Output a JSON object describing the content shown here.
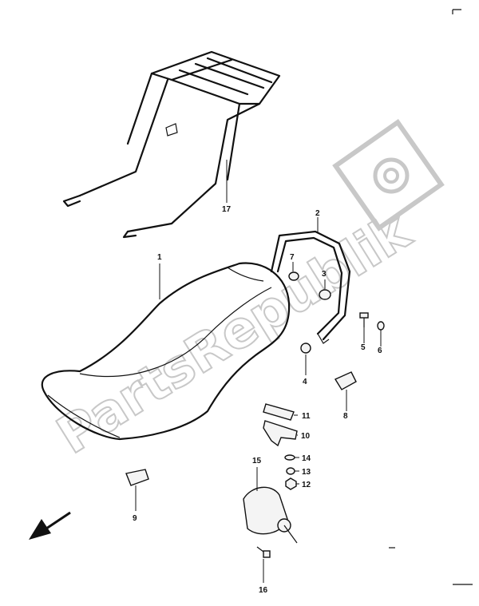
{
  "diagram": {
    "watermark_text": "PartsRepublik",
    "callouts": [
      "1",
      "2",
      "3",
      "4",
      "5",
      "6",
      "7",
      "8",
      "9",
      "10",
      "11",
      "12",
      "13",
      "14",
      "15",
      "16",
      "17"
    ],
    "icons": {
      "watermark": "gear-icon",
      "orientation": "arrow-front-icon"
    }
  }
}
